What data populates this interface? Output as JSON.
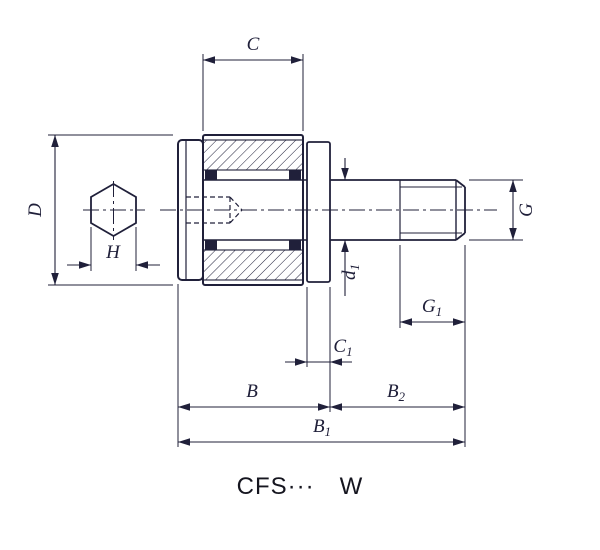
{
  "colors": {
    "line": "#20203a",
    "background": "#ffffff"
  },
  "title": "CFS··· W",
  "dimensions": {
    "C": {
      "label": "C"
    },
    "D": {
      "label": "D"
    },
    "H": {
      "label": "H"
    },
    "G": {
      "label": "G"
    },
    "d1": {
      "base": "d",
      "sub": "1"
    },
    "G1": {
      "base": "G",
      "sub": "1"
    },
    "C1": {
      "base": "C",
      "sub": "1"
    },
    "B": {
      "label": "B"
    },
    "B2": {
      "base": "B",
      "sub": "2"
    },
    "B1": {
      "base": "B",
      "sub": "1"
    }
  }
}
